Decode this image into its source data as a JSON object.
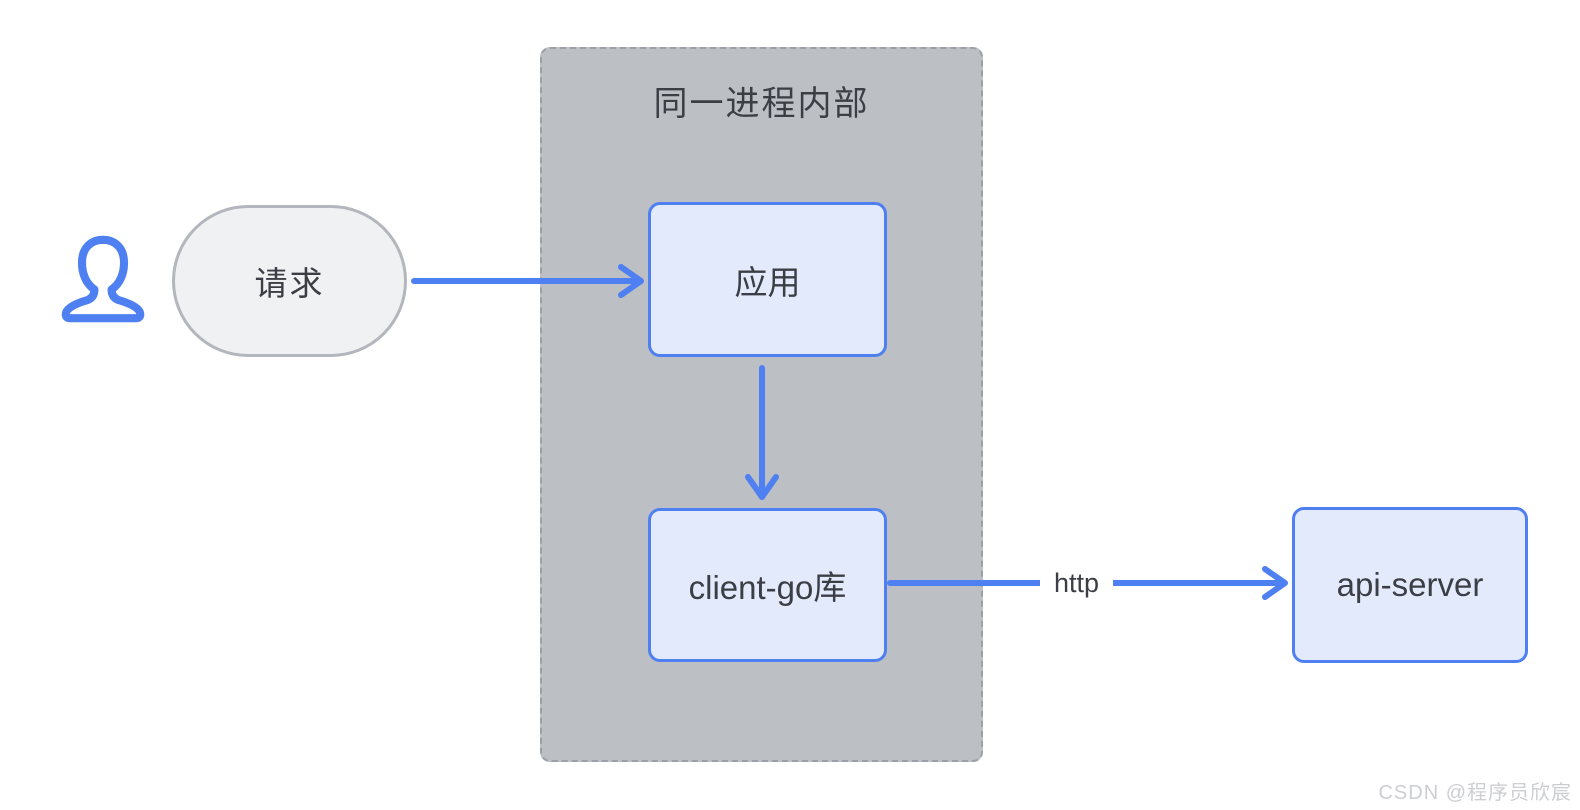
{
  "colors": {
    "accent": "#4f80f2",
    "node_fill": "#e3eafc",
    "node_border": "#4f80f2",
    "container_fill": "#bcbfc4",
    "container_border": "#9c9fa6",
    "terminal_fill": "#f0f1f3",
    "terminal_border": "#b3b6bc",
    "text": "#3b3e45",
    "watermark": "#cdced1"
  },
  "diagram": {
    "container": {
      "label": "同一进程内部"
    },
    "nodes": {
      "request": {
        "label": "请求"
      },
      "app": {
        "label": "应用"
      },
      "client_go": {
        "label": "client-go库"
      },
      "api_server": {
        "label": "api-server"
      }
    },
    "edges": {
      "request_to_app": {
        "label": ""
      },
      "app_to_clientgo": {
        "label": ""
      },
      "clientgo_to_apiserver": {
        "label": "http"
      }
    },
    "icons": {
      "user": "user-icon"
    }
  },
  "watermark": {
    "text": "CSDN @程序员欣宸"
  }
}
